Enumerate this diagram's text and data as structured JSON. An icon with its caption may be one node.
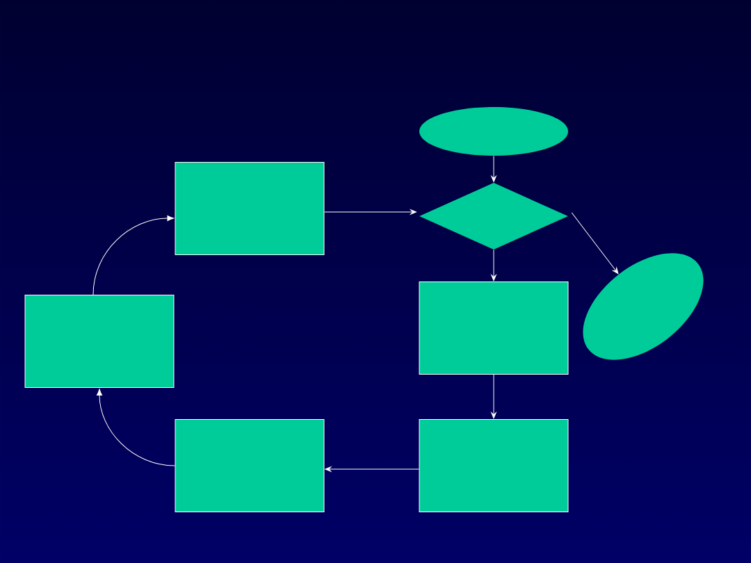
{
  "diagram": {
    "nodes": [
      {
        "text": [],
        "shape": "ellipse"
      },
      {
        "text": [],
        "shape": "box"
      },
      {
        "text": [],
        "shape": "diamond"
      },
      {
        "text": [],
        "shape": "box"
      },
      {
        "text": [],
        "shape": "ellipse"
      },
      {
        "text": [],
        "shape": "box"
      },
      {
        "text": [],
        "shape": "box"
      },
      {
        "text": [],
        "shape": "box"
      }
    ],
    "edges": [
      {
        "from": 0,
        "to": 2,
        "arrow": "to"
      },
      {
        "from": 1,
        "to": 2,
        "arrow": "to"
      },
      {
        "from": 2,
        "to": 3,
        "arrow": "to"
      },
      {
        "from": 2,
        "to": 4,
        "arrow": "to"
      },
      {
        "from": 3,
        "to": 7,
        "arrow": "to"
      },
      {
        "from": 7,
        "to": 6,
        "arrow": "to"
      },
      {
        "from": 6,
        "to": 5,
        "arrow": "to"
      },
      {
        "from": 5,
        "to": 1,
        "arrow": "to"
      }
    ]
  }
}
